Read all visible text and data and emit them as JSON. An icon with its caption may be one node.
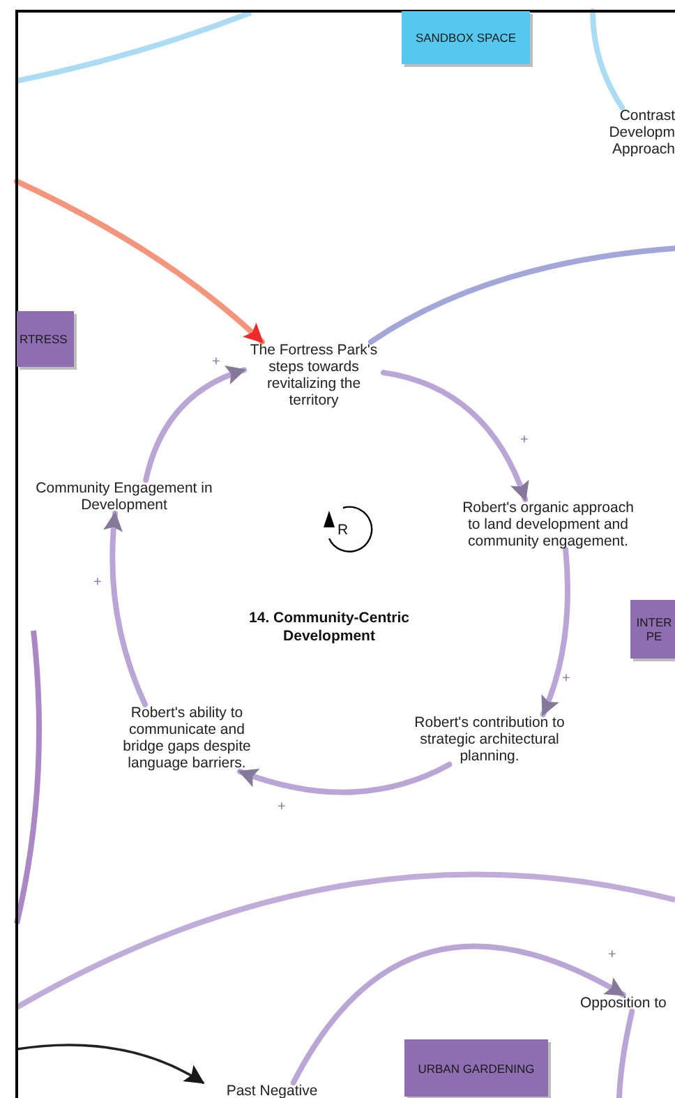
{
  "diagram": {
    "nodes": [
      {
        "text": [
          "SANDBOX SPACE"
        ]
      },
      {
        "text": [
          "Contrast Developm Approach"
        ]
      },
      {
        "text": [
          "RTRESS"
        ]
      },
      {
        "text": [
          "The Fortress Park's steps towards revitalizing the territory"
        ]
      },
      {
        "text": [
          "Community Engagement in Development"
        ]
      },
      {
        "text": [
          "Robert's organic approach to land development and community engagement."
        ]
      },
      {
        "text": [
          "INTER PE"
        ]
      },
      {
        "text": [
          "Robert's ability to communicate and bridge gaps despite language barriers."
        ]
      },
      {
        "text": [
          "Robert's contribution to strategic architectural planning."
        ]
      },
      {
        "text": [
          "Opposition to"
        ]
      },
      {
        "text": [
          "URBAN GARDENING"
        ]
      },
      {
        "text": [
          "Past Negative"
        ]
      }
    ],
    "edges": [
      {
        "from": 4,
        "to": 3,
        "arrow": "to",
        "label": "+"
      },
      {
        "from": 3,
        "to": 5,
        "arrow": "to",
        "label": "+"
      },
      {
        "from": 5,
        "to": 8,
        "arrow": "to",
        "label": "+"
      },
      {
        "from": 8,
        "to": 7,
        "arrow": "to",
        "label": "+"
      },
      {
        "from": 7,
        "to": 4,
        "arrow": "to",
        "label": "+"
      },
      {
        "from": null,
        "to": 3,
        "arrow": "to",
        "color": "#f4957c"
      },
      {
        "from": 3,
        "to": null,
        "arrow": "none",
        "color": "#a2a6d8"
      },
      {
        "from": null,
        "to": 1,
        "arrow": "none",
        "color": "#acdcf4"
      },
      {
        "from": null,
        "to": 11,
        "arrow": "to",
        "color": "#222222"
      },
      {
        "from": 11,
        "to": 9,
        "arrow": "to",
        "label": "+"
      },
      {
        "from": 9,
        "to": null,
        "arrow": "none"
      }
    ],
    "labels": [
      "R",
      "14. Community-Centric Development"
    ]
  }
}
